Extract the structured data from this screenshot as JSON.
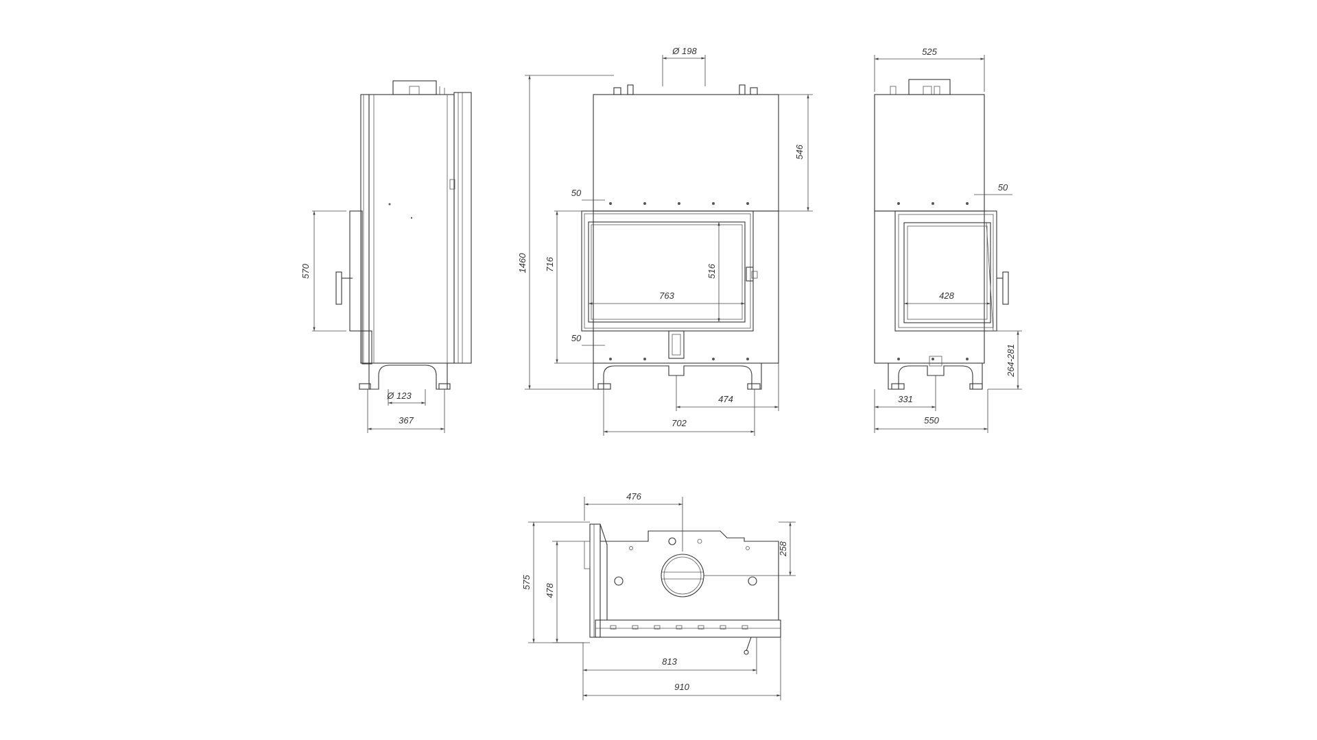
{
  "dimensions": {
    "side": {
      "height_570": "570",
      "flue_123": "Ø 123",
      "depth_367": "367"
    },
    "front": {
      "flue_198": "Ø 198",
      "total_1460": "1460",
      "upper_546": "546",
      "door_716": "716",
      "glass_516": "516",
      "glass_763": "763",
      "offset_50_top": "50",
      "offset_50_bottom": "50",
      "inlet_474": "474",
      "width_702": "702"
    },
    "right_side": {
      "width_525": "525",
      "offset_50": "50",
      "glass_428": "428",
      "leg_264_281": "264-281",
      "inlet_331": "331",
      "width_550": "550"
    },
    "plan": {
      "width_476": "476",
      "depth_258": "258",
      "depth_575": "575",
      "depth_478": "478",
      "width_813": "813",
      "width_910": "910"
    }
  },
  "colors": {
    "line": "#333333",
    "background": "#ffffff"
  }
}
